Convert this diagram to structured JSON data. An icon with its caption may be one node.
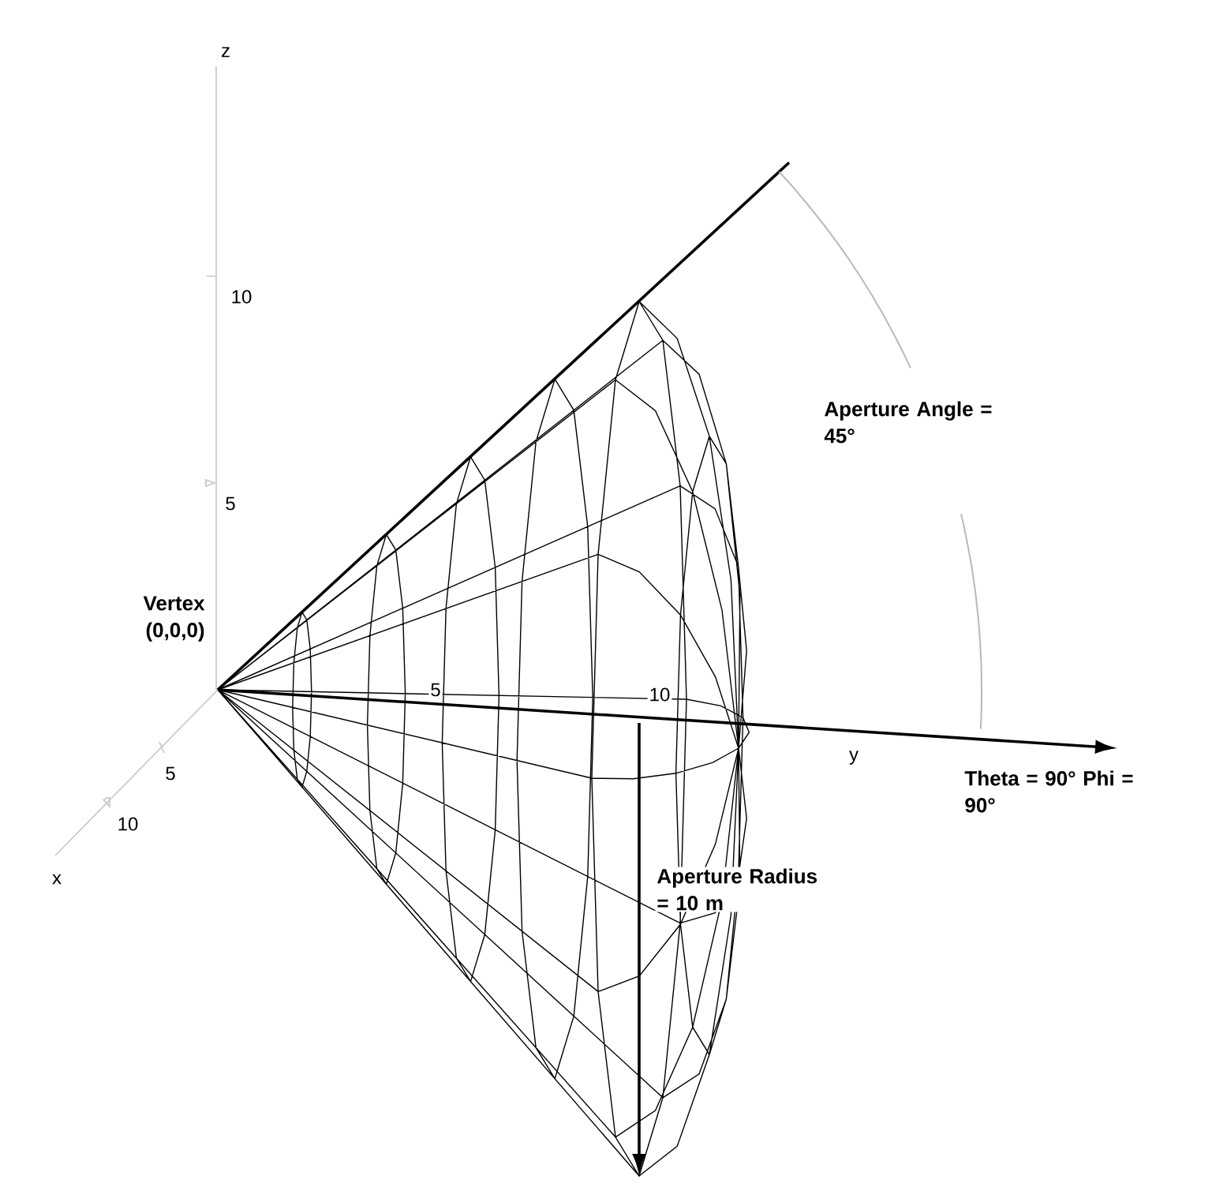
{
  "diagram": {
    "labels": [
      "z",
      "10",
      "Aperture Angle = 45°",
      "5",
      "Vertex (0,0,0)",
      "5",
      "10",
      "5",
      "y",
      "Theta = 90° Phi = 90°",
      "10",
      "x",
      "Aperture Radius = 10 m"
    ]
  }
}
